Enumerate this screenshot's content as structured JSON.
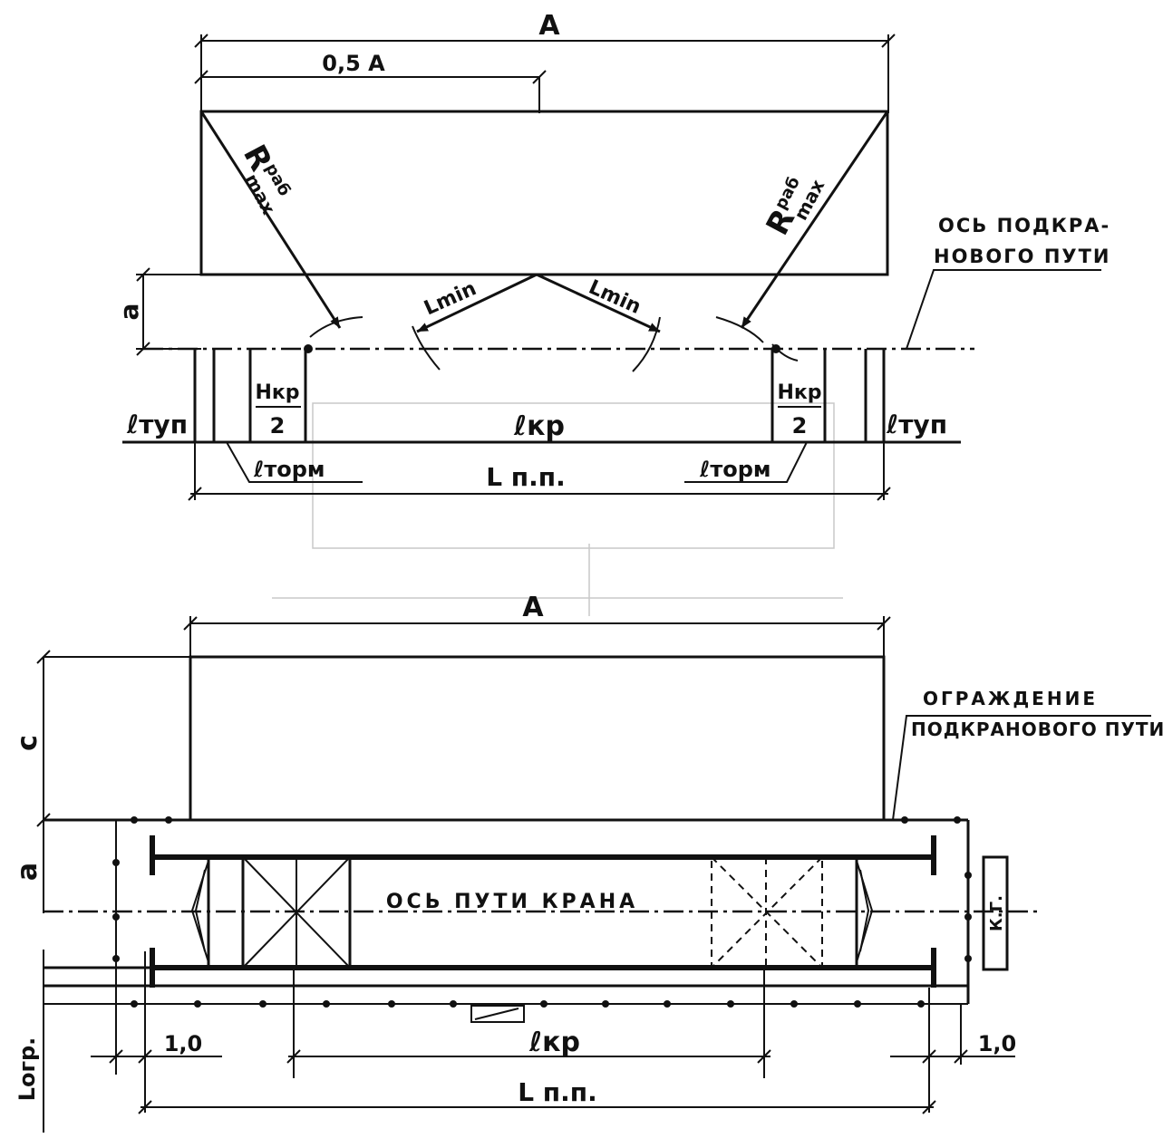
{
  "top": {
    "dim_A": "A",
    "dim_half_A": "0,5 A",
    "r_left": {
      "base": "R",
      "sup": "раб",
      "sub": "max"
    },
    "r_right": {
      "base": "R",
      "sup": "раб",
      "sub": "max"
    },
    "l_min_left": "Lmin",
    "l_min_right": "Lmin",
    "dim_a": "a",
    "h_left_num": "Hкр",
    "h_left_den": "2",
    "h_right_num": "Hкр",
    "h_right den": "2",
    "h_right_den": "2",
    "l_tup_left": "ℓтуп",
    "l_tup_right": "ℓтуп",
    "l_kr": "ℓкр",
    "l_torm_left": "ℓторм",
    "l_torm_right": "ℓторм",
    "l_pp": "L п.п.",
    "axis_note_1": "ОСЬ ПОДКРА-",
    "axis_note_2": "НОВОГО ПУТИ"
  },
  "bottom": {
    "dim_A": "A",
    "dim_c": "c",
    "dim_a": "a",
    "fence_note_1": "ОГРАЖДЕНИЕ",
    "fence_note_2": "ПОДКРАНОВОГО ПУТИ",
    "axis_label": "ОСЬ ПУТИ КРАНА",
    "kg_label": "К.Г.",
    "l_ogr": "Lогр.",
    "dim_1_left": "1,0",
    "dim_1_right": "1,0",
    "l_kr": "ℓкр",
    "l_pp": "L п.п."
  }
}
